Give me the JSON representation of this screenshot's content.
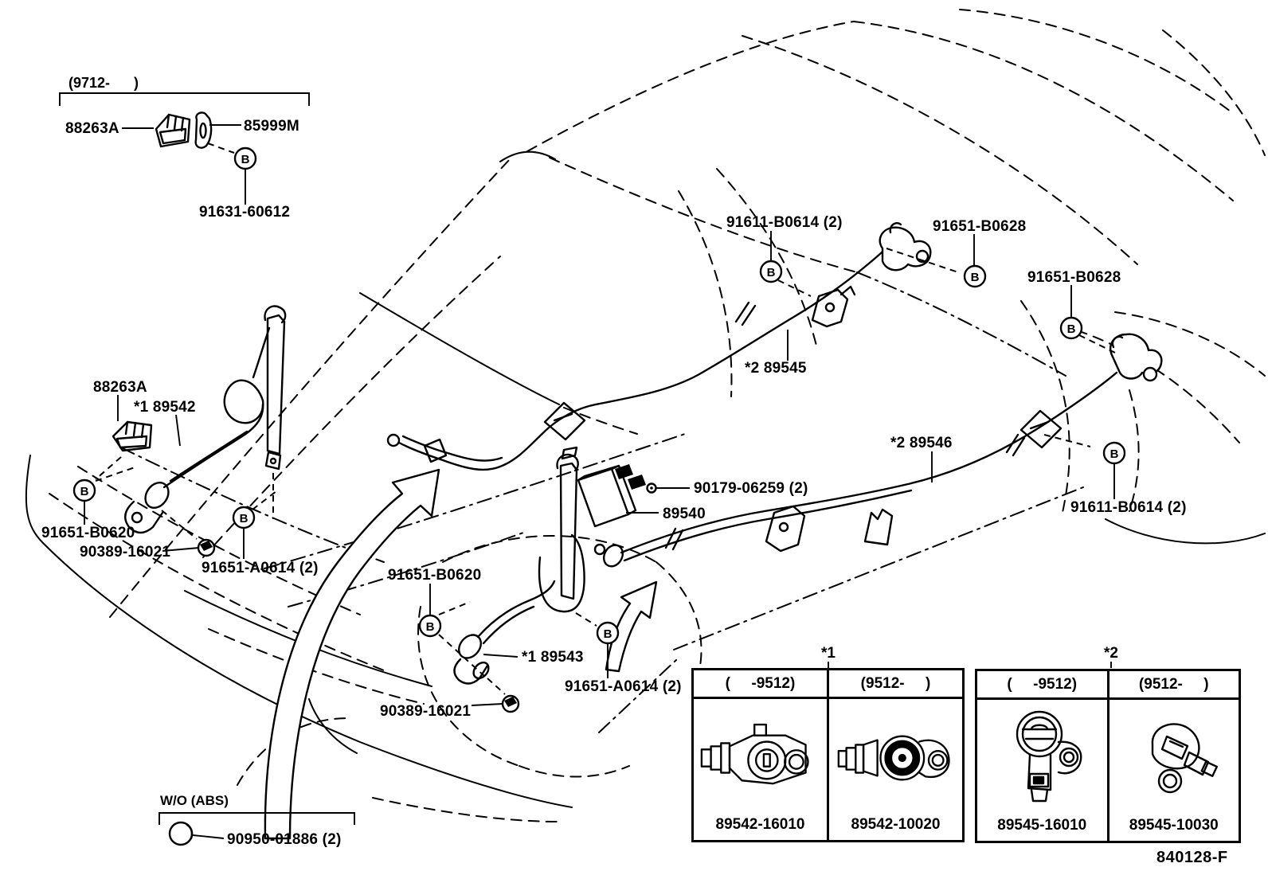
{
  "diagram": {
    "callout_letter": "B",
    "ref_code": "840128-F",
    "labels": {
      "date_range": "(9712-      )",
      "relay_top": "88263A",
      "bracket_top": "85999M",
      "bolt_top": "91631-60612",
      "relay_front": "88263A",
      "sensor_front_left": "*1 89542",
      "bolt_front_left": "91651-B0620",
      "grommet_front_left": "90389-16021",
      "bolt_front_left_2": "91651-A0614 (2)",
      "bolt_rear_left_top": "91611-B0614 (2)",
      "bolt_rear_left_2": "91651-B0628",
      "bolt_rear_right_2": "91651-B0628",
      "harness_rear_left": "*2 89545",
      "harness_rear_right": "*2 89546",
      "screw_ecu": "90179-06259 (2)",
      "ecu": "89540",
      "bolt_rear_right": "91611-B0614 (2)",
      "bolt_front_right": "91651-B0620",
      "sensor_front_right": "*1 89543",
      "bolt_front_right_2": "91651-A0614 (2)",
      "grommet_front_right": "90389-16021",
      "without_abs_note": "W/O (ABS)",
      "bolt_without_abs": "90950-01886 (2)"
    }
  },
  "tables": [
    {
      "marker": "*1",
      "columns": [
        {
          "header": "(     -9512)",
          "part_number": "89542-16010"
        },
        {
          "header": "(9512-     )",
          "part_number": "89542-10020"
        }
      ]
    },
    {
      "marker": "*2",
      "columns": [
        {
          "header": "(     -9512)",
          "part_number": "89545-16010"
        },
        {
          "header": "(9512-     )",
          "part_number": "89545-10030"
        }
      ]
    }
  ]
}
